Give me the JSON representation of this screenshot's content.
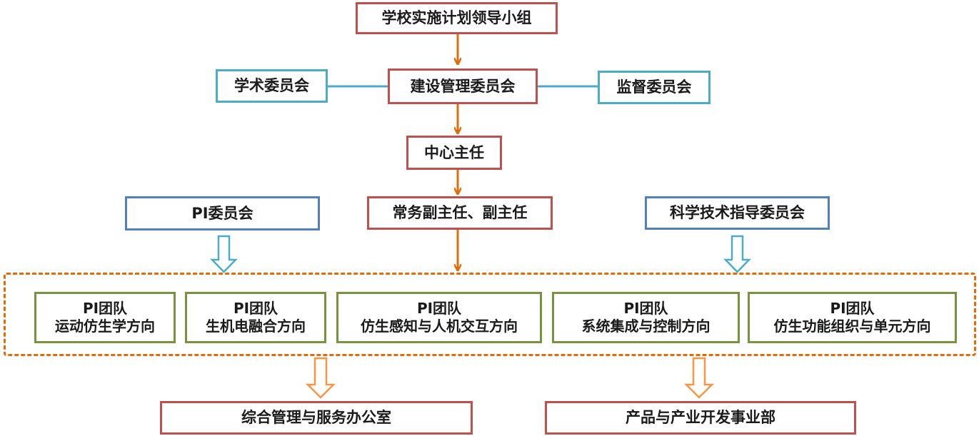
{
  "leadership": {
    "label": "学校实施计划领导小组"
  },
  "academic_committee": {
    "label": "学术委员会"
  },
  "management_committee": {
    "label": "建设管理委员会"
  },
  "supervision_committee": {
    "label": "监督委员会"
  },
  "center_director": {
    "label": "中心主任"
  },
  "deputy_directors": {
    "label": "常务副主任、副主任"
  },
  "pi_committee": {
    "label": "PI委员会"
  },
  "sci_tech_committee": {
    "label": "科学技术指导委员会"
  },
  "teams": [
    {
      "title": "PI团队",
      "direction": "运动仿生学方向"
    },
    {
      "title": "PI团队",
      "direction": "生机电融合方向"
    },
    {
      "title": "PI团队",
      "direction": "仿生感知与人机交互方向"
    },
    {
      "title": "PI团队",
      "direction": "系统集成与控制方向"
    },
    {
      "title": "PI团队",
      "direction": "仿生功能组织与单元方向"
    }
  ],
  "admin_office": {
    "label": "综合管理与服务办公室"
  },
  "industry_dept": {
    "label": "产品与产业开发事业部"
  },
  "colors": {
    "red_border": "#c0504d",
    "teal_border": "#4bacc6",
    "blue_border": "#4f81bd",
    "green_border": "#77933c",
    "orange_arrow": "#e36c0a",
    "light_orange_arrow": "#f79646"
  }
}
